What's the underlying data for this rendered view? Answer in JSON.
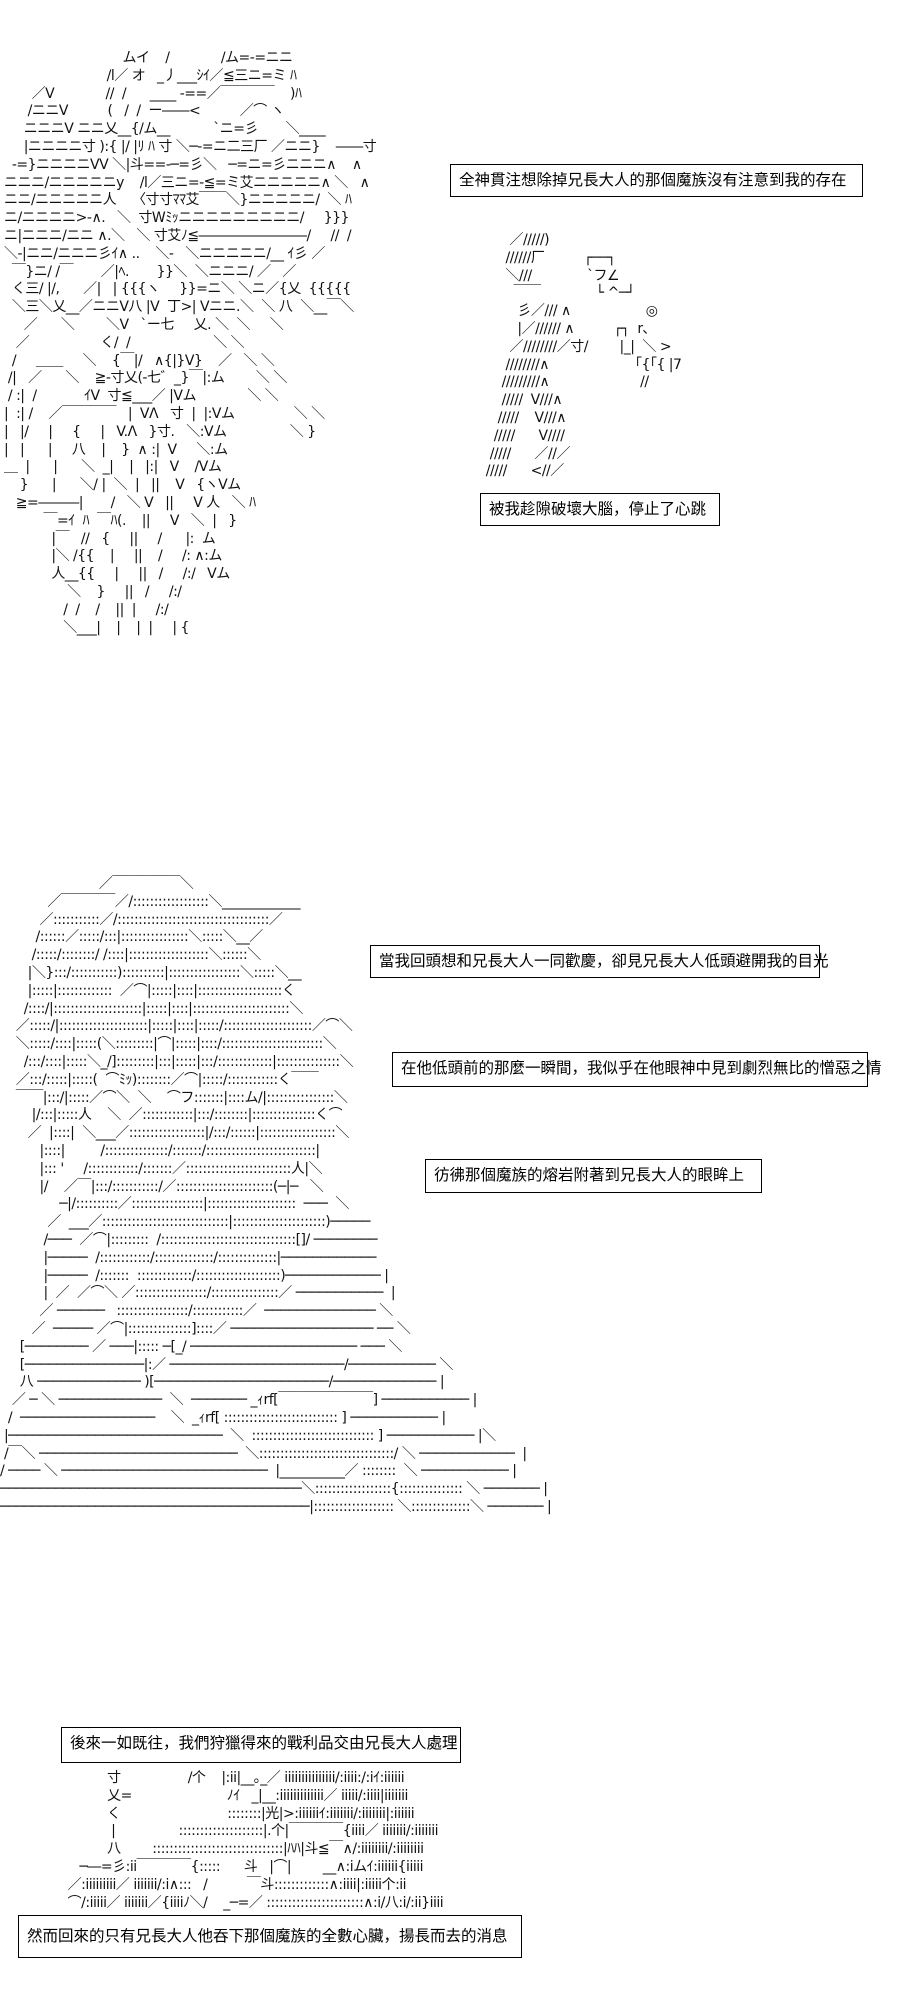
{
  "panels": [
    {
      "art": [
        "                               ムイ    /             /ム=-=ニニ",
        "                           /l／ オ   _丿___ｼｲ／≦三ニ=ミ ﾊ",
        "        ／V             //  /      ____ -==／￣￣￣￣    )ﾊ",
        "       /ニニV          (   /  /  ー――<          ／⌒ ヽ",
        "      ニニニV ニニ乂__{/ム__           `ニ=彡       ＼____",
        "      |ニニニニ寸 ):{ |/ |ﾘ ﾊ 寸 ＼─-=ニ二三厂 ／ニニ}    ――寸",
        "   -=}ニニニニVV ＼|斗==-─=彡＼   ─=ニ=彡ニニニ∧    ∧",
        " ニニニ/ニニニニニy    /l／三ニ=-≦=ミ艾ニニニニニ∧ ＼   ∧",
        " ニニ/ニニニニニ人    〈寸寸ﾏﾏ艾￣￣＼}ニニニニニ/  ＼ ﾊ",
        " ニ/ニニニニ>-∧.   ＼  寸Wﾐｯニニニニニニニニニ/     }}}",
        " ニ|ニニニ/ニニ ∧.＼   ＼ 寸艾ﾉ≦――――――――/     //  /",
        " ＼-|ニニ/ニニニ彡ｲ∧ ..    ＼-   ＼ニニニニニ/__ ｲ彡 ／",
        "   ￣}ニ/ /￣       ／|ﾍ.       }}＼  ＼ニニニ/ ／   ／",
        "   く三/ |/,      ／|   | {{{ヽ     }}=ニ＼ ＼ニ／{乂  {{{{{",
        "   ＼三＼乂__／ニニV八 |V  丁>| Vニニ.＼  ＼ 八  ＼__￣＼",
        "      ／      ＼        ＼V   `ー七     乂. ＼  ＼     ＼",
        "    ／                  く/  /                     ＼ ＼",
        "   /     ＿＿     ＼    {￣|/   ∧{|}V}    ／   ＼ ＼",
        "  /|   ／      ＼    ≧-寸乂(-七゛_}￣|:ム        ＼ ＼",
        "  / :|  /            ｲV  寸≦___／ |Vム             ＼ ＼",
        " |  :| /    ／￣￣￣￣   |  VΛ   寸  |  |:Vム               ＼ ＼",
        " |   |/     |     {     |   V.Λ   }寸.   ＼:Vム                ＼ }",
        " |   |      |     八    |    }  ∧ :|  V     ＼:ム",
        " ＿  |      |      ＼  _|    |   |:|   V    /Vム",
        "     }      |      ＼/ |  ＼  |   ||    V   {ヽVム",
        "    ≧=―――|       /   ＼ V   ||     V 人   ＼ ﾊ",
        "           ￣=ｲ  ﾊ  ￣ﾊ(.    ||     V   ＼  |   }",
        "             |￣   //   {     ||     /      |:  ム",
        "             |＼ /{{    |     ||    /     /: ∧:ム",
        "             人__{{     |     ||   /     /:/   Vム",
        "                 ＼    }     ||   /     /:/",
        "                /  /    /    ||  |     /:/",
        "                ＼___|    |    |  |     | {"
      ]
    },
    {
      "art": [
        "          ／/////)",
        "         //////厂          ┌──┐",
        "         ＼///              `フ∠",
        "           ￣￣              └ ^─┘",
        "            彡／/// ∧                   ◎",
        "            |／////// ∧          ┌┐  r､",
        "          ／////////／寸/        |_|  ＼ >",
        "         ////////∧                    「{「{ |7",
        "        /////////∧                       //",
        "        /////  V///∧",
        "       /////    V///∧",
        "      /////      V////",
        "     /////      ／//／",
        "    /////      <//／"
      ]
    },
    {
      "art": [
        "                         ／￣￣￣￣￣＼",
        "            ／￣￣￣￣／/::::::::::::::::::＼____________",
        "          ／:::::::::::／/::::::::::::::::::::::::::::::::::::／",
        "         /::::::／:::::/:::|::::::::::::::::＼:::::＼__／",
        "        /:::::/::::::::/ /::::|:::::::::::::::::::＼::::::＼",
        "       |＼}:::/:::::::::::)::::::::::|:::::::::::::::::＼:::::＼__",
        "       |:::::|:::::::::::::  ／⌒|:::::|::::|::::::::::::::::::::く",
        "      /::::/|:::::::::::::::::::::|:::::|::::|:::::::::::::::::::::::＼",
        "    ／:::::/|:::::::::::::::::::::|:::::|::::|:::::/:::::::::::::::::::::／⌒＼",
        "    ＼:::::/::::|:::::(＼:::::::::|⌒|:::::|::::/::::::::::::::::::::::::＼",
        "      /:::/::::|:::::＼_/]:::::::::|:::|:::::|:::/:::::::::::::|:::::::::::::::＼",
        "    ／:::/:::::|:::::(  ⌒ﾐｯ)::::::::／⌒|:::::/::::::::::::く￣￣",
        "    ￣￣|:::/|:::::／⌒＼  ＼    ⌒フ:::::::|::::ム/|::::::::::::::::＼",
        "        |/:::|:::::人    ＼  ／::::::::::::|:::/::::::::|:::::::::::::::く⌒",
        "       ／  |::::|  ＼___／::::::::::::::::::|/:::/::::::|::::::::::::::::::＼",
        "          |::::|         /:::::::::::::::/:::::::/::::::::::::::::::::::::::|",
        "          |::: '     /::::::::::::/:::::::／:::::::::::::::::::::::::人|＼",
        "          |/    ／￣|:::/:::::::::::/／:::::::::::::::::::::::(─|─   ＼",
        "               ─|/::::::::::／:::::::::::::::::|:::::::::::::::::::::  ───  ＼",
        "            ／  ___／::::::::::::::::::::::::::::::|::::::::::::::::::::::)─────",
        "           /───  ／⌒|:::::::::  /::::::::::::::::::::::::::::::::[]/ ────────",
        "           |─────  /::::::::::::/::::::::::::::/::::::::::::::|────────────",
        "           |─────  /:::::::  :::::::::::::/::::::::::::::::::::)──────────── |",
        "           |  ／  ／⌒＼ ／:::::::::::::::::/::::::::::::::::／ ───────────  |",
        "          ／ ──────   :::::::::::::::::/::::::::::::／  ────────────── ＼",
        "        ／  ───── ／⌒|:::::::::::::::]::::／ ────────────────── ── ＼",
        "     [──────── ／ ───|::::: ─[_/ ───────────────────── ─── ＼",
        "     [───────────────|:／ ──────────────────────/─────────── ＼",
        "     八 ───────────── )[──────────────────────/───────────── |",
        "   ／ ─ ＼ ─────────────  ＼  ─────── _ｨrf[￣￣￣￣￣￣￣] ─────────── |",
        "  /  ─────────────────    ＼  _ｨrf[ ::::::::::::::::::::::::::: ] ─────────── |",
        " |───────────────────────────  ＼  ::::::::::::::::::::::::::::: ] ─────────── |＼",
        " /￣＼ ─────────────────────────  ＼::::::::::::::::::::::::::::::::/ ＼ ────────────  |",
        "/ ──── ＼ ──────────────────────────  |__________／ ::::::::  ＼ ─────────── |",
        "──────────────────────────────────────＼::::::::::::::::::{::::::::::::::: ＼ ─────── |",
        "───────────────────────────────────────|::::::::::::::::::: ＼::::::::::::::＼ ─────── |"
      ]
    },
    {
      "art": [
        "                 寸                 /个    |:ii|__｡_／ iiiiiiiiiiiiiii/:iiii:/:iｲ:iiiiii",
        "                 乂=                        ﾉｲ   _|__:iiiiiiiiiiiii／ iiiii/:iiii|iiiiiii",
        "                 く                           ::::::::|光|>:iiiiiiｲ:iiiiiii/:iiiiiii|:iiiiii",
        "                  |                ::::::::::::::::::::|.个|￣￣￣￣{iiii／ iiiiiii/:iiiiiii",
        "                 八        :::::::::::::::::::::::::::::::|ﾊﾊ|斗≦￣∧/:iiiiiiii/:iiiiiiii",
        "          ─―=彡:ii￣￣￣￣{:::::      斗   |⌒|        __∧:iムｲ:iiiiii{iiiii",
        "       ／:iiiiiiiii／ iiiiiii/:i∧:::   /          ￣斗:::::::::::::∧:iiii|:iiiii个:ii",
        "       ⌒/:iiiii／ iiiiiii／{iiiiﾉ＼/    _─=／ :::::::::::::::::::::::∧:i/八:i/:ii}iiii"
      ]
    }
  ],
  "captions": [
    "全神貫注想除掉兄長大人的那個魔族沒有注意到我的存在",
    "被我趁隙破壞大腦，停止了心跳",
    "當我回頭想和兄長大人一同歡慶，卻見兄長大人低頭避開我的目光",
    "在他低頭前的那麼一瞬間，我似乎在他眼神中見到劇烈無比的憎惡之情",
    "彷彿那個魔族的熔岩附著到兄長大人的眼眸上",
    "後來一如既往，我們狩獵得來的戰利品交由兄長大人處理",
    "然而回來的只有兄長大人他吞下那個魔族的全數心臟，揚長而去的消息"
  ]
}
